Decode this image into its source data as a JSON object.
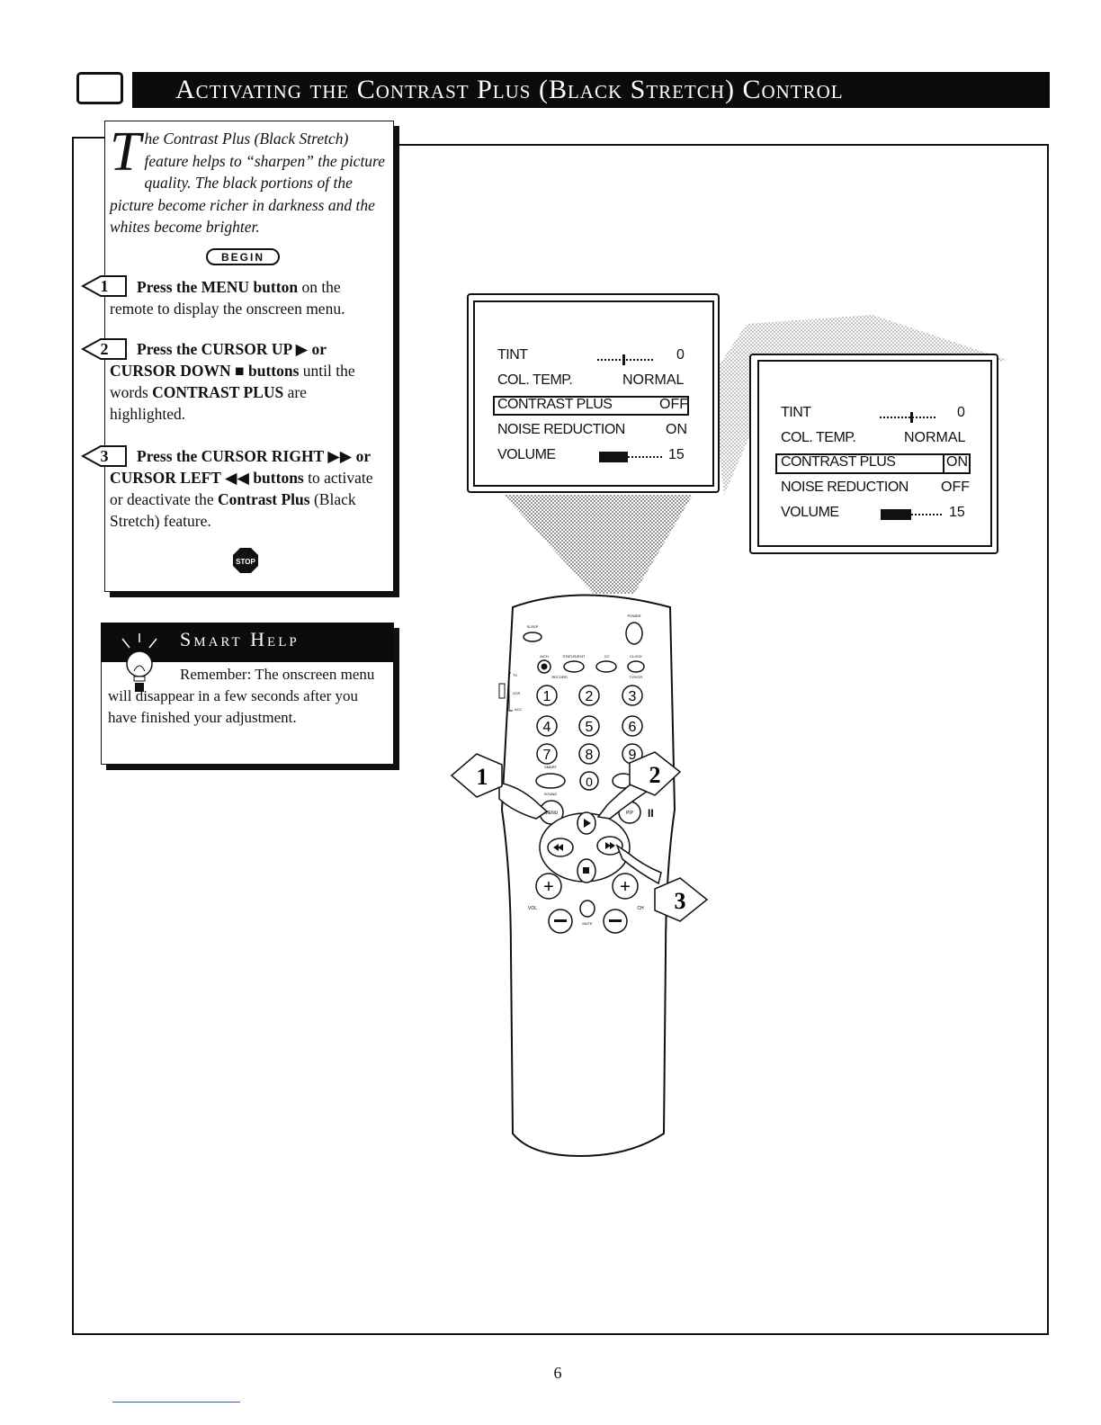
{
  "header": {
    "title": "Activating the Contrast Plus (Black Stretch) Control"
  },
  "intro": {
    "dropcap": "T",
    "text": "he Contrast Plus (Black Stretch) feature helps to “sharpen” the picture quality. The black portions of the picture become richer in darkness and the whites become brighter."
  },
  "begin_label": "BEGIN",
  "steps": [
    {
      "number": "1",
      "bold": "Press the MENU button",
      "rest": " on the remote to display the onscreen menu."
    },
    {
      "number": "2",
      "bold_a": "Press the CURSOR UP ▶ or CURSOR DOWN ■ buttons",
      "rest_a": " until the words ",
      "bold_b": "CONTRAST PLUS",
      "rest_b": " are highlighted."
    },
    {
      "number": "3",
      "bold_a": "Press the CURSOR RIGHT ▶▶ or CURSOR LEFT ◀◀ buttons",
      "rest_a": " to activate or deactivate the ",
      "bold_b": "Contrast Plus",
      "rest_b": " (Black Stretch) feature."
    }
  ],
  "stop_label": "STOP",
  "smart_help": {
    "title": "Smart Help",
    "text": "Remember: The onscreen menu will disappear in a few seconds after you have finished your adjustment."
  },
  "menu_before": {
    "rows": [
      {
        "label": "TINT",
        "value": "0"
      },
      {
        "label": "COL. TEMP.",
        "value": "NORMAL"
      },
      {
        "label": "CONTRAST PLUS",
        "value": "OFF"
      },
      {
        "label": "NOISE REDUCTION",
        "value": "ON"
      },
      {
        "label": "VOLUME",
        "value": "15"
      }
    ]
  },
  "menu_after": {
    "rows": [
      {
        "label": "TINT",
        "value": "0"
      },
      {
        "label": "COL. TEMP.",
        "value": "NORMAL"
      },
      {
        "label": "CONTRAST PLUS",
        "value": "ON"
      },
      {
        "label": "NOISE REDUCTION",
        "value": "OFF"
      },
      {
        "label": "VOLUME",
        "value": "15"
      }
    ]
  },
  "remote": {
    "labels": {
      "sleep": "SLEEP",
      "power": "POWER",
      "aon": "A/CH",
      "status": "STATUS/EXIT",
      "cc": "CC",
      "clock": "CLOCK",
      "tv": "TV",
      "vcr": "VCR",
      "acc": "ACC",
      "record": "RECORD",
      "tvvcr": "TV/VCR",
      "smart": "SMART",
      "sound": "SOUND",
      "menu": "MENU",
      "vol": "VOL",
      "ch": "CH",
      "mute": "MUTE",
      "pip": "PIP"
    },
    "digits": [
      "1",
      "2",
      "3",
      "4",
      "5",
      "6",
      "7",
      "8",
      "9",
      "0"
    ],
    "callouts": [
      "1",
      "2",
      "3"
    ]
  },
  "page_number": "6"
}
